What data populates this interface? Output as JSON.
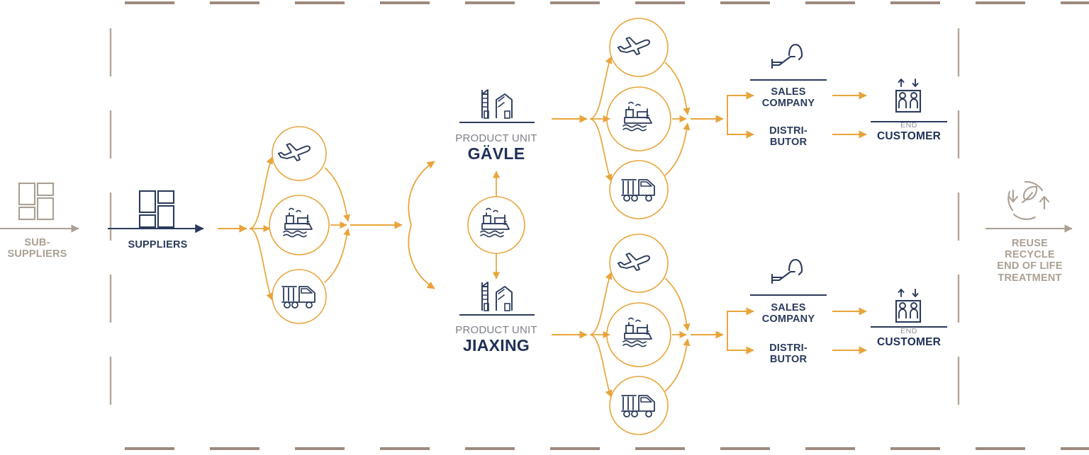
{
  "meta": {
    "title": "Value Chain Flow Diagram",
    "colors": {
      "navy": "#2b3a5c",
      "navy_dark": "#1f3057",
      "orange": "#E9A43B",
      "taupe": "#ab9f93",
      "gray_text": "#7c7f88",
      "background": "#ffffff"
    }
  },
  "stages": {
    "sub_suppliers": {
      "label_line1": "SUB-",
      "label_line2": "SUPPLIERS",
      "icon": "boxes-icon"
    },
    "suppliers": {
      "label": "SUPPLIERS",
      "icon": "boxes-icon"
    },
    "inbound_transport": {
      "modes": [
        {
          "name": "plane-icon",
          "label": "Air freight"
        },
        {
          "name": "ship-icon",
          "label": "Sea freight"
        },
        {
          "name": "truck-icon",
          "label": "Road freight"
        }
      ]
    },
    "product_units": [
      {
        "eyebrow": "PRODUCT UNIT",
        "name": "GÄVLE",
        "icon": "factory-buildings-icon",
        "outbound_modes": [
          {
            "name": "plane-icon",
            "label": "Air freight"
          },
          {
            "name": "ship-icon",
            "label": "Sea freight"
          },
          {
            "name": "truck-icon",
            "label": "Road freight"
          }
        ],
        "channels": [
          {
            "label_line1": "SALES",
            "label_line2": "COMPANY",
            "icon": "escalator-person-icon"
          },
          {
            "label_line1": "DISTRI-",
            "label_line2": "BUTOR",
            "icon": ""
          }
        ],
        "customer": {
          "eyebrow": "END",
          "label": "CUSTOMER",
          "icon": "elevator-icon"
        }
      },
      {
        "eyebrow": "PRODUCT UNIT",
        "name": "JIAXING",
        "icon": "factory-buildings-icon",
        "outbound_modes": [
          {
            "name": "plane-icon",
            "label": "Air freight"
          },
          {
            "name": "ship-icon",
            "label": "Sea freight"
          },
          {
            "name": "truck-icon",
            "label": "Road freight"
          }
        ],
        "channels": [
          {
            "label_line1": "SALES",
            "label_line2": "COMPANY",
            "icon": "escalator-person-icon"
          },
          {
            "label_line1": "DISTRI-",
            "label_line2": "BUTOR",
            "icon": ""
          }
        ],
        "customer": {
          "eyebrow": "END",
          "label": "CUSTOMER",
          "icon": "elevator-icon"
        }
      }
    ],
    "inter_unit_transport": {
      "mode": {
        "name": "ship-icon",
        "label": "Sea freight between product units"
      }
    },
    "end_of_life": {
      "label_line1": "REUSE",
      "label_line2": "RECYCLE",
      "label_line3": "END OF LIFE",
      "label_line4": "TREATMENT",
      "icon": "recycle-leaf-icon"
    }
  }
}
